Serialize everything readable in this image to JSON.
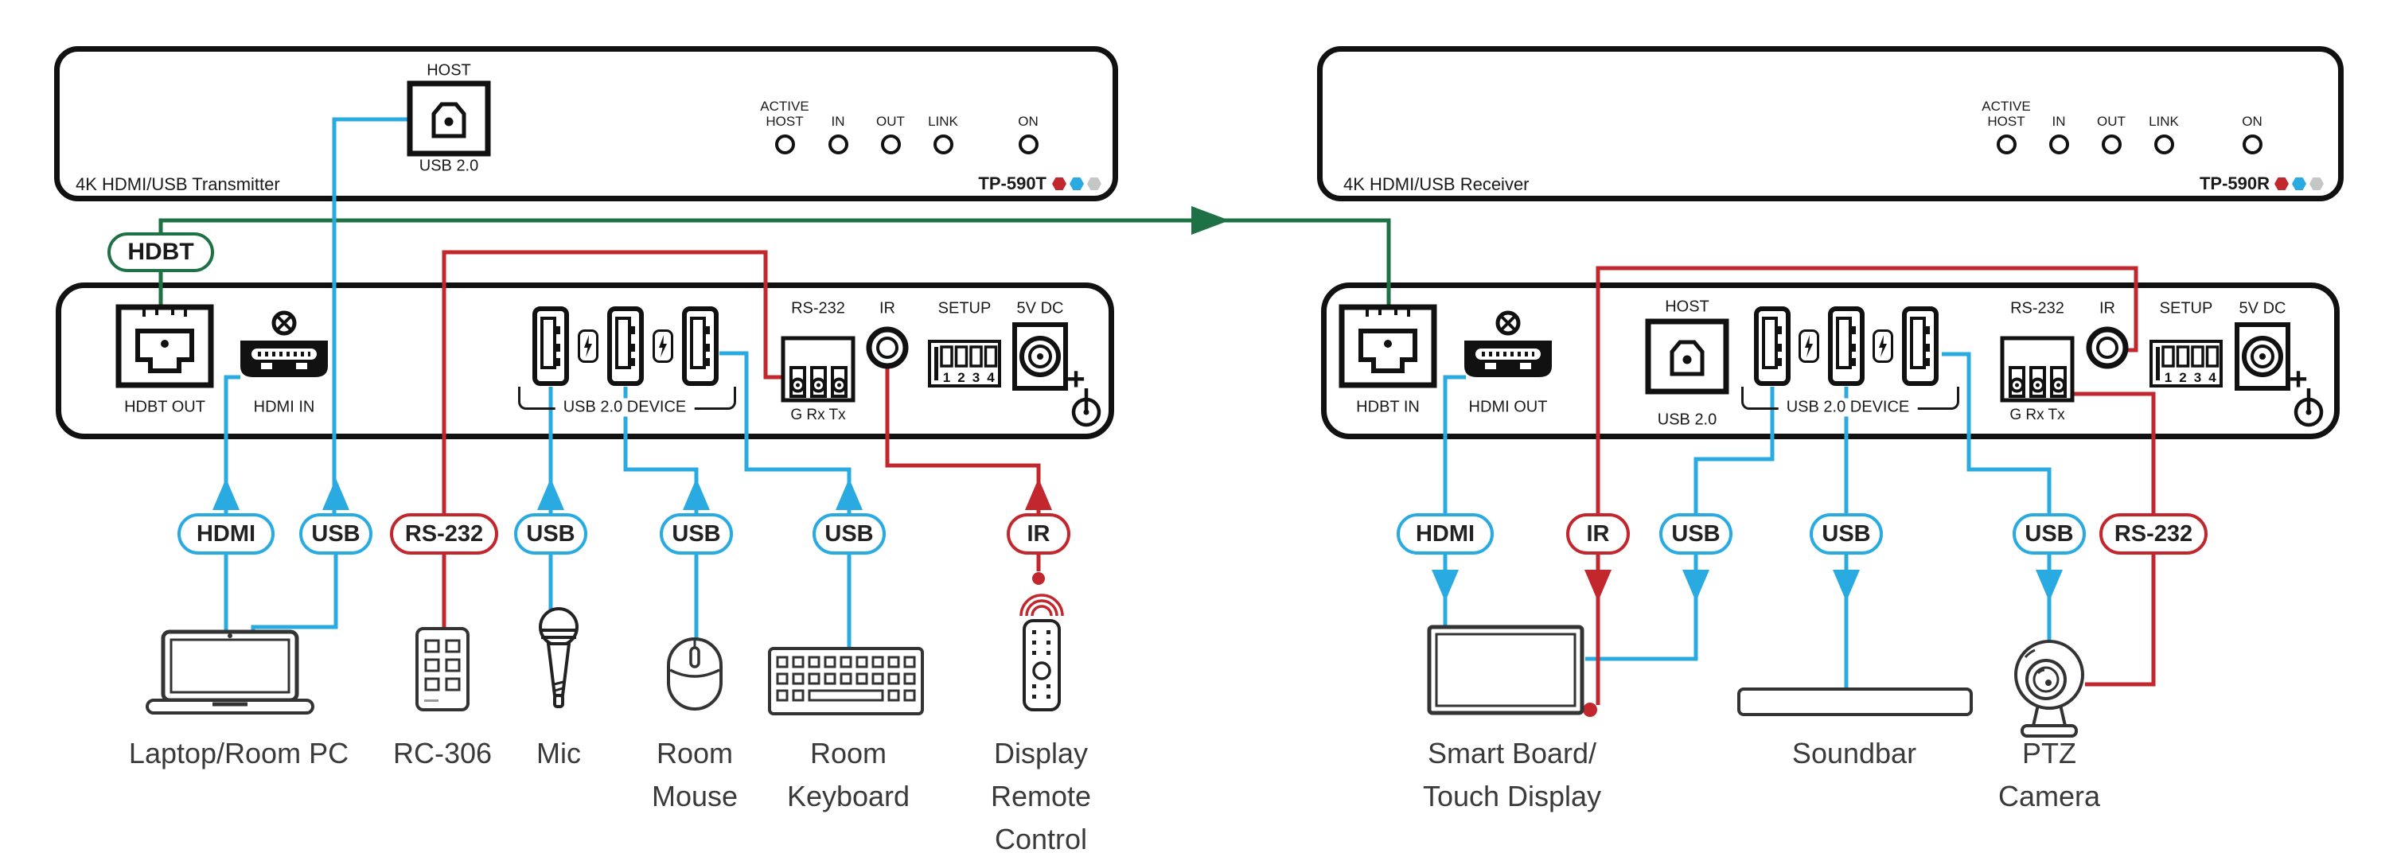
{
  "colors": {
    "usb_cyan": "#29ABE2",
    "control_red": "#C1272D",
    "hdbt_green": "#1E7145",
    "dot_gray": "#C5C6C6",
    "ink": "#111111"
  },
  "link": {
    "label": "HDBT"
  },
  "transmitter": {
    "front": {
      "title": "4K HDMI/USB Transmitter",
      "model": "TP-590T",
      "host": {
        "label": "HOST",
        "sub": "USB 2.0"
      },
      "leds": [
        "ACTIVE\nHOST",
        "IN",
        "OUT",
        "LINK",
        "ON"
      ]
    },
    "rear": {
      "hdbt": "HDBT OUT",
      "hdmi": "HDMI IN",
      "usb_bracket": "USB 2.0 DEVICE",
      "rs232": "RS-232",
      "rs232_pins": "G Rx Tx",
      "ir": "IR",
      "setup": "SETUP",
      "dip": [
        "1",
        "2",
        "3",
        "4"
      ],
      "power": "5V DC",
      "plus": "+"
    }
  },
  "receiver": {
    "front": {
      "title": "4K HDMI/USB Receiver",
      "model": "TP-590R",
      "leds": [
        "ACTIVE\nHOST",
        "IN",
        "OUT",
        "LINK",
        "ON"
      ]
    },
    "rear": {
      "hdbt": "HDBT IN",
      "hdmi": "HDMI OUT",
      "host": {
        "label": "HOST",
        "sub": "USB 2.0"
      },
      "usb_bracket": "USB 2.0 DEVICE",
      "rs232": "RS-232",
      "rs232_pins": "G Rx Tx",
      "ir": "IR",
      "setup": "SETUP",
      "dip": [
        "1",
        "2",
        "3",
        "4"
      ],
      "power": "5V DC",
      "plus": "+"
    }
  },
  "left": {
    "pills": [
      {
        "label": "HDMI"
      },
      {
        "label": "USB"
      },
      {
        "label": "RS-232"
      },
      {
        "label": "USB"
      },
      {
        "label": "USB"
      },
      {
        "label": "USB"
      },
      {
        "label": "IR"
      }
    ],
    "devices": [
      {
        "lines": [
          "Laptop/Room PC"
        ]
      },
      {
        "lines": [
          "RC-306"
        ]
      },
      {
        "lines": [
          "Mic"
        ]
      },
      {
        "lines": [
          "Room",
          "Mouse"
        ]
      },
      {
        "lines": [
          "Room",
          "Keyboard"
        ]
      },
      {
        "lines": [
          "Display",
          "Remote",
          "Control"
        ]
      }
    ]
  },
  "right": {
    "pills": [
      {
        "label": "HDMI"
      },
      {
        "label": "IR"
      },
      {
        "label": "USB"
      },
      {
        "label": "USB"
      },
      {
        "label": "USB"
      },
      {
        "label": "RS-232"
      }
    ],
    "devices": [
      {
        "lines": [
          "Smart Board/",
          "Touch Display"
        ]
      },
      {
        "lines": [
          "Soundbar"
        ]
      },
      {
        "lines": [
          "PTZ",
          "Camera"
        ]
      }
    ]
  }
}
